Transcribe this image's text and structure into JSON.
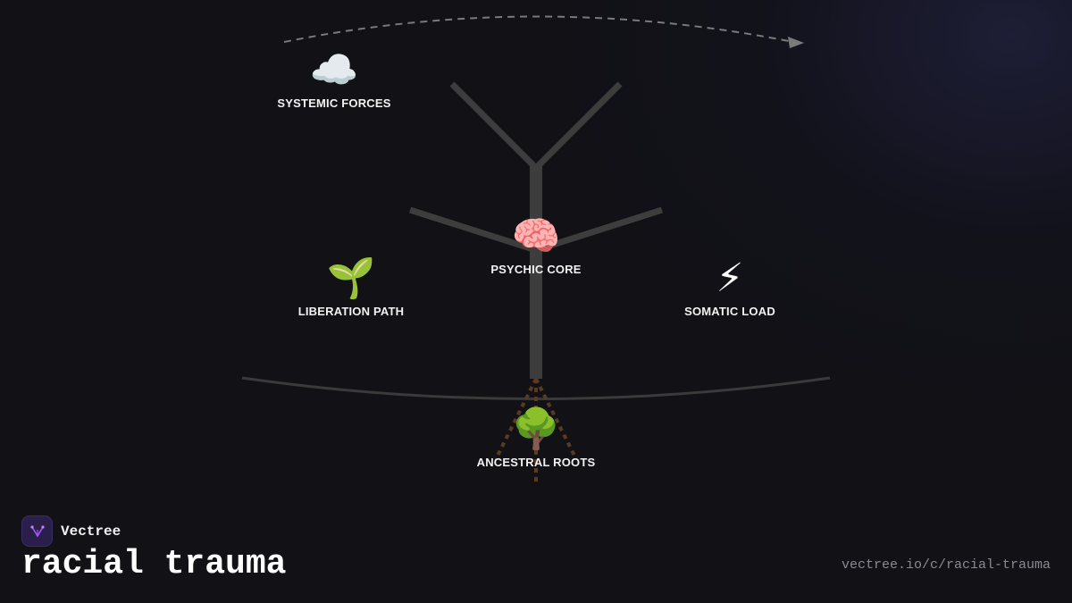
{
  "diagram": {
    "nodes": [
      {
        "id": "systemic",
        "emoji": "☁️",
        "label": "SYSTEMIC FORCES"
      },
      {
        "id": "psychic",
        "emoji": "🧠",
        "label": "PSYCHIC CORE"
      },
      {
        "id": "liberation",
        "emoji": "🌱",
        "label": "LIBERATION PATH"
      },
      {
        "id": "somatic",
        "emoji": "⚡",
        "label": "SOMATIC LOAD"
      },
      {
        "id": "ancestral",
        "emoji": "🌳",
        "label": "ANCESTRAL ROOTS"
      }
    ]
  },
  "branding": {
    "name": "Vectree",
    "title": "racial trauma",
    "url": "vectree.io/c/racial-trauma"
  },
  "colors": {
    "background": "#111116",
    "trunk": "#3d3d3d",
    "roots": "#5a3a22",
    "arrow": "#7a7a7a",
    "logo_accent": "#a855f7"
  }
}
